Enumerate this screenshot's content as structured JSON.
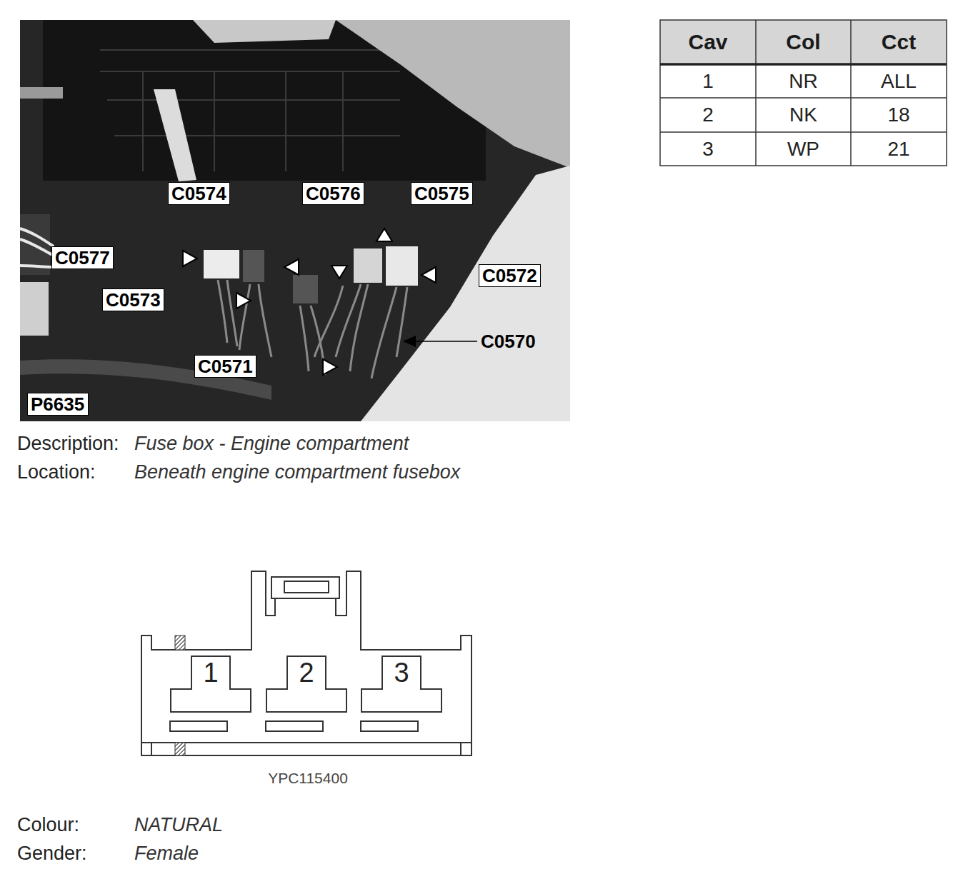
{
  "diagram": {
    "nodes": [
      {
        "text": [
          "C0574"
        ]
      },
      {
        "text": [
          "C0576"
        ]
      },
      {
        "text": [
          "C0575"
        ]
      },
      {
        "text": [
          "C0577"
        ]
      },
      {
        "text": [
          "C0572"
        ]
      },
      {
        "text": [
          "C0573"
        ]
      },
      {
        "text": [
          "C0571"
        ]
      },
      {
        "text": [
          "P6635"
        ]
      },
      {
        "text": [
          "1"
        ]
      },
      {
        "text": [
          "2"
        ]
      },
      {
        "text": [
          "3"
        ]
      }
    ],
    "labels": [
      "Cav",
      "Col",
      "Cct",
      "1",
      "NR",
      "ALL",
      "2",
      "NK",
      "18",
      "3",
      "WP",
      "21",
      "C0570",
      "Description:",
      "Fuse box - Engine compartment",
      "Location:",
      "Beneath engine compartment fusebox",
      "YPC115400",
      "Colour:",
      "NATURAL",
      "Gender:",
      "Female"
    ]
  }
}
